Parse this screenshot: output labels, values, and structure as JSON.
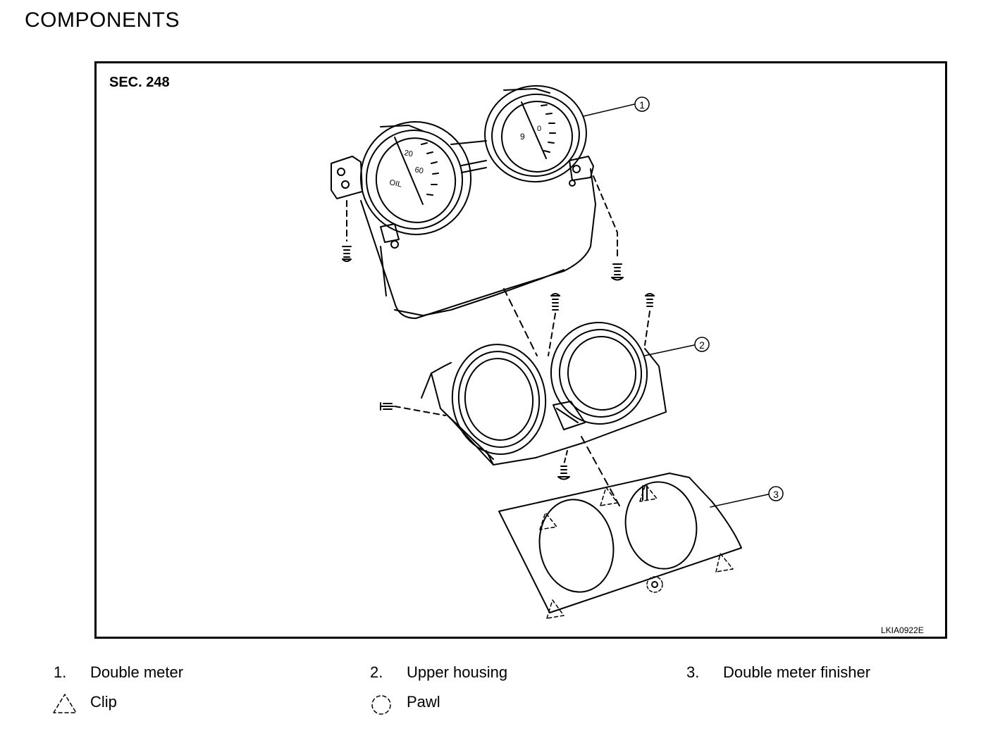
{
  "heading": "COMPONENTS",
  "section": "SEC. 248",
  "figure_code": "LKIA0922E",
  "callouts": [
    "1",
    "2",
    "3"
  ],
  "gauge_marks": {
    "oil": "OIL",
    "twenty": "20",
    "sixty": "60",
    "six": "9",
    "zero": "0"
  },
  "legend": [
    {
      "num": "1.",
      "label": "Double meter"
    },
    {
      "num": "2.",
      "label": "Upper housing"
    },
    {
      "num": "3.",
      "label": "Double meter finisher"
    }
  ],
  "symbols": [
    {
      "icon": "clip-triangle-icon",
      "label": "Clip"
    },
    {
      "icon": "pawl-circle-icon",
      "label": "Pawl"
    }
  ]
}
